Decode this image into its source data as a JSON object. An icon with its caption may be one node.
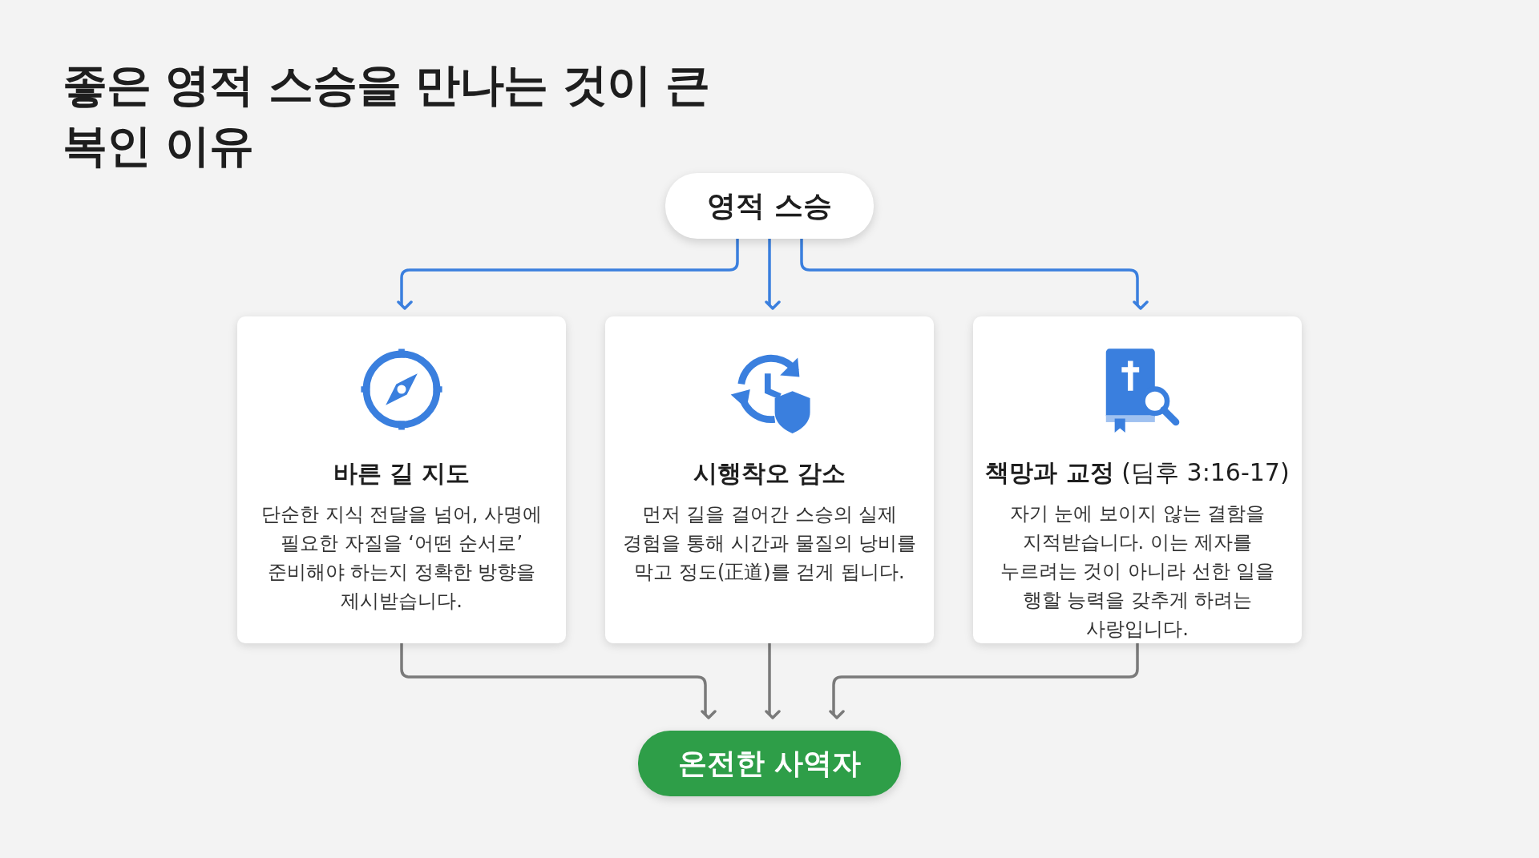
{
  "diagram": {
    "title": "좋은 영적 스승을 만나는 것이 큰 복인 이유",
    "nodes": [
      {
        "text": [
          "영적 스승"
        ]
      },
      {
        "text": [
          "바른 길 지도",
          "단순한 지식 전달을 넘어, 사명에 필요한 자질을 ‘어떤 순서로’ 준비해야 하는지 정확한 방향을 제시받습니다."
        ]
      },
      {
        "text": [
          "시행착오 감소",
          "먼저 길을 걸어간 스승의 실제 경험을 통해 시간과 물질의 낭비를 막고 정도(正道)를 걷게 됩니다."
        ]
      },
      {
        "text": [
          "**책망과 교정** (딤후 3:16-17)",
          "자기 눈에 보이지 않는 결함을 지적받습니다. 이는 제자를 누르려는 것이 아니라 선한 일을 행할 능력을 갖추게 하려는 사랑입니다."
        ]
      },
      {
        "text": [
          "온전한 사역자"
        ]
      }
    ],
    "edges": [
      {
        "from": 0,
        "to": 1,
        "arrow": "to",
        "color": "#3a7fde"
      },
      {
        "from": 0,
        "to": 2,
        "arrow": "to",
        "color": "#3a7fde"
      },
      {
        "from": 0,
        "to": 3,
        "arrow": "to",
        "color": "#3a7fde"
      },
      {
        "from": 1,
        "to": 4,
        "arrow": "to",
        "color": "#7a7a7a"
      },
      {
        "from": 2,
        "to": 4,
        "arrow": "to",
        "color": "#7a7a7a"
      },
      {
        "from": 3,
        "to": 4,
        "arrow": "to",
        "color": "#7a7a7a"
      }
    ]
  }
}
